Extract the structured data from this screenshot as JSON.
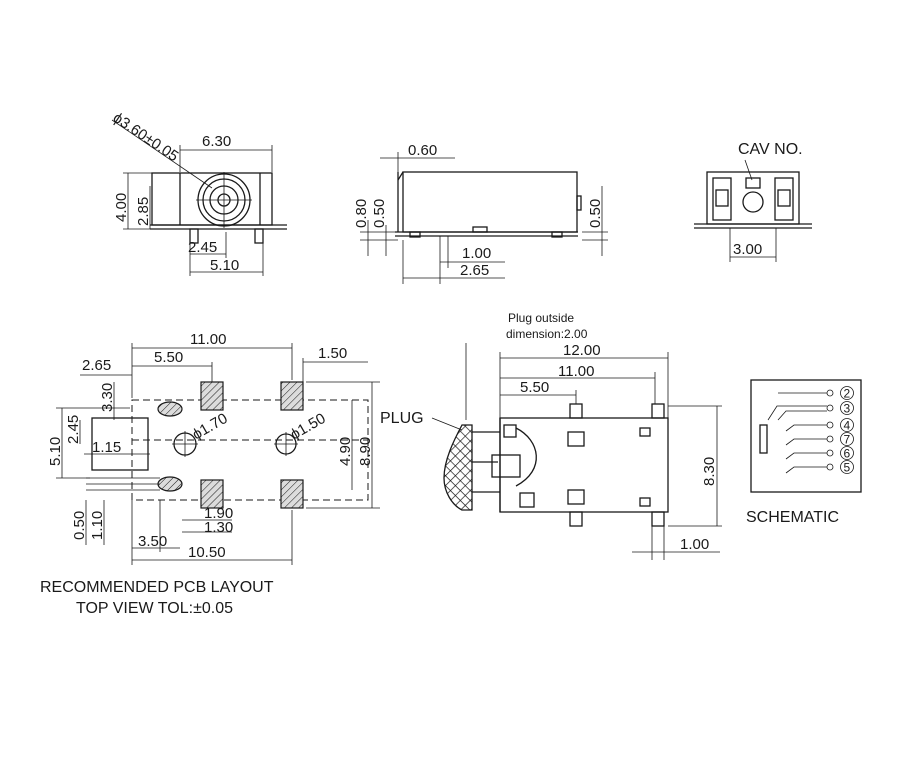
{
  "top_left_view": {
    "dims": [
      "6.30",
      "4.00",
      "2.85",
      "2.45",
      "5.10"
    ],
    "diameter_note": "ϕ3.60±0.05"
  },
  "top_middle_view": {
    "dims": [
      "0.60",
      "0.80",
      "0.50",
      "0.50",
      "1.00",
      "2.65"
    ]
  },
  "top_right_view": {
    "cav_label": "CAV NO.",
    "dims": [
      "3.00"
    ]
  },
  "pcb_layout": {
    "dims": [
      "11.00",
      "2.65",
      "5.50",
      "1.50",
      "3.30",
      "2.45",
      "5.10",
      "1.15",
      "4.90",
      "8.90",
      "0.50",
      "1.10",
      "1.90",
      "1.30",
      "3.50",
      "10.50"
    ],
    "hole_notes": [
      "ϕ1.70",
      "ϕ1.50"
    ],
    "caption_line1": "RECOMMENDED PCB LAYOUT",
    "caption_line2": "TOP VIEW TOL:±0.05"
  },
  "side_view": {
    "plug_note_line1": "Plug outside",
    "plug_note_line2": "dimension:2.00",
    "dims": [
      "12.00",
      "11.00",
      "5.50",
      "8.30",
      "1.00"
    ],
    "plug_label": "PLUG"
  },
  "schematic": {
    "pins": [
      "2",
      "3",
      "4",
      "7",
      "6",
      "5"
    ],
    "title": "SCHEMATIC"
  }
}
